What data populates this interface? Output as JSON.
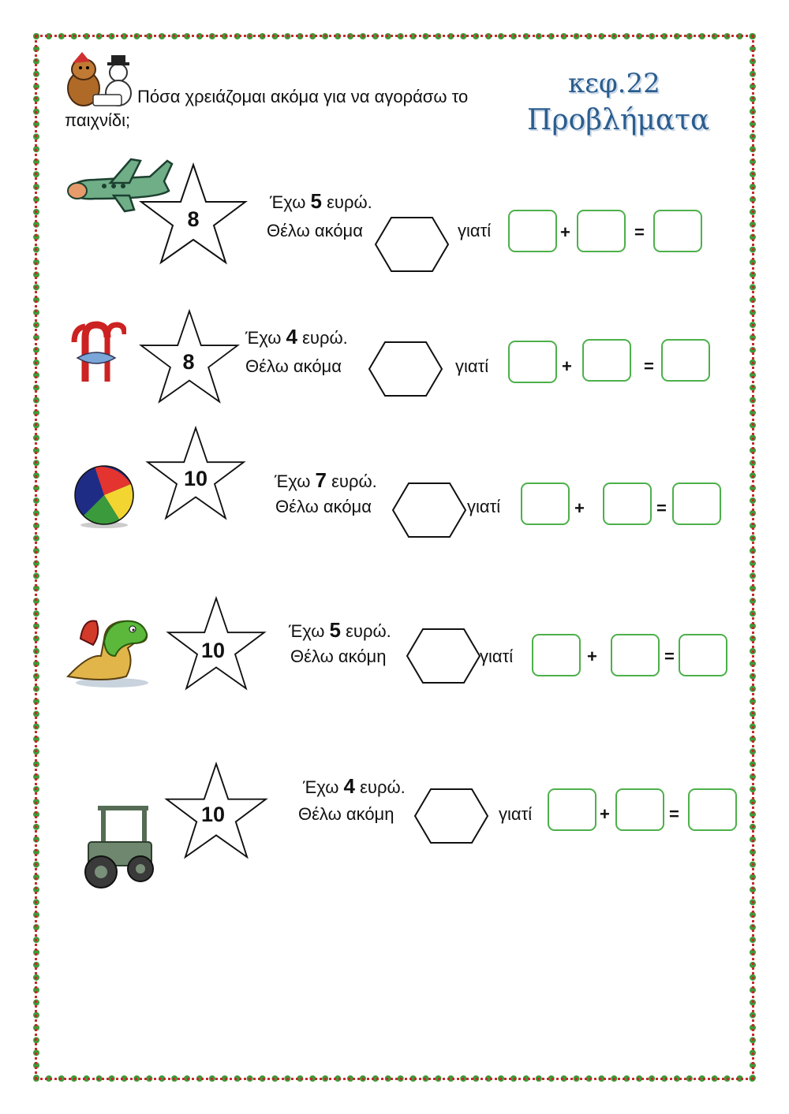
{
  "header": {
    "question": "Πόσα χρειάζομαι ακόμα  για να αγοράσω το παιχνίδι;",
    "chapter": "κεφ.22",
    "title": "Προβλήματα"
  },
  "problems": [
    {
      "toy": "airplane",
      "price": "8",
      "have_prefix": "Έχω",
      "have_amount": "5",
      "have_suffix": "ευρώ.",
      "want": "Θέλω ακόμα",
      "because": "γιατί",
      "plus": "+",
      "equals": "="
    },
    {
      "toy": "candy-cane",
      "price": "8",
      "have_prefix": "Έχω",
      "have_amount": "4",
      "have_suffix": "ευρώ.",
      "want": "Θέλω ακόμα",
      "because": "γιατί",
      "plus": "+",
      "equals": "="
    },
    {
      "toy": "beach-ball",
      "price": "10",
      "have_prefix": "Έχω",
      "have_amount": "7",
      "have_suffix": "ευρώ.",
      "want": "Θέλω ακόμα",
      "because": "γιατί",
      "plus": "+",
      "equals": "="
    },
    {
      "toy": "dinosaur",
      "price": "10",
      "have_prefix": "Έχω",
      "have_amount": "5",
      "have_suffix": "ευρώ.",
      "want": "Θέλω ακόμη",
      "because": "γιατί",
      "plus": "+",
      "equals": "="
    },
    {
      "toy": "tractor",
      "price": "10",
      "have_prefix": "Έχω",
      "have_amount": "4",
      "have_suffix": "ευρώ.",
      "want": "Θέλω ακόμη",
      "because": "γιατί",
      "plus": "+",
      "equals": "="
    }
  ],
  "colors": {
    "border_green": "#3f9a3a",
    "border_red": "#c42a2a",
    "box_green": "#4db04a",
    "title_blue": "#2b5d8f"
  }
}
